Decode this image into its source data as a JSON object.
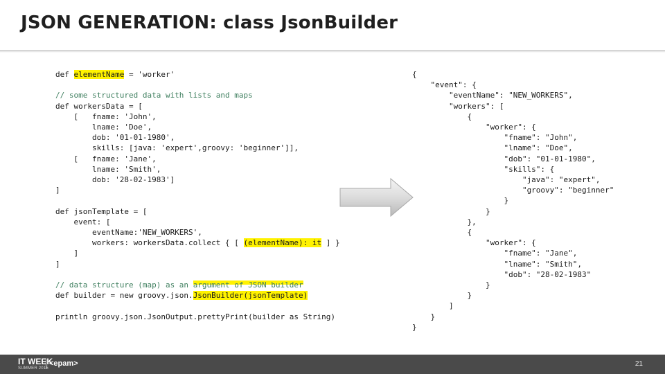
{
  "slide": {
    "title": "JSON GENERATION: class JsonBuilder",
    "page_number": "21"
  },
  "footer": {
    "brand": "IT WEEK",
    "season": "SUMMER 2015",
    "company": "<epam>"
  },
  "groovy_code": {
    "line_01_a": "def ",
    "line_01_b": "elementName",
    "line_01_c": " = 'worker'",
    "line_03": "// some structured data with lists and maps",
    "line_04": "def workersData = [",
    "line_05": "    [   fname: 'John',",
    "line_06": "        lname: 'Doe',",
    "line_07": "        dob: '01-01-1980',",
    "line_08": "        skills: [java: 'expert',groovy: 'beginner']],",
    "line_09": "    [   fname: 'Jane',",
    "line_10": "        lname: 'Smith',",
    "line_11": "        dob: '28-02-1983']",
    "line_12": "]",
    "line_14": "def jsonTemplate = [",
    "line_15": "    event: [",
    "line_16": "        eventName:'NEW_WORKERS',",
    "line_17_a": "        workers: workersData.collect { [ ",
    "line_17_b": "(elementName): it",
    "line_17_c": " ] }",
    "line_18": "    ]",
    "line_19": "]",
    "line_21_a": "// data structure (map) as an ",
    "line_21_b": "argument of JSON builder",
    "line_22_a": "def builder = new groovy.json.",
    "line_22_b": "JsonBuilder(jsonTemplate)",
    "line_24": "println groovy.json.JsonOutput.prettyPrint(builder as String)"
  },
  "json_output": {
    "line_01": "{",
    "line_02": "    \"event\": {",
    "line_03": "        \"eventName\": \"NEW_WORKERS\",",
    "line_04": "        \"workers\": [",
    "line_05": "            {",
    "line_06": "                \"worker\": {",
    "line_07": "                    \"fname\": \"John\",",
    "line_08": "                    \"lname\": \"Doe\",",
    "line_09": "                    \"dob\": \"01-01-1980\",",
    "line_10": "                    \"skills\": {",
    "line_11": "                        \"java\": \"expert\",",
    "line_12": "                        \"groovy\": \"beginner\"",
    "line_13": "                    }",
    "line_14": "                }",
    "line_15": "            },",
    "line_16": "            {",
    "line_17": "                \"worker\": {",
    "line_18": "                    \"fname\": \"Jane\",",
    "line_19": "                    \"lname\": \"Smith\",",
    "line_20": "                    \"dob\": \"28-02-1983\"",
    "line_21": "                }",
    "line_22": "            }",
    "line_23": "        ]",
    "line_24": "    }",
    "line_25": "}"
  },
  "colors": {
    "highlight": "#fff200",
    "footer_bg": "#4a4a4a",
    "json_text": "#2a8a2a"
  },
  "icons": {
    "arrow": "right-arrow-icon"
  }
}
